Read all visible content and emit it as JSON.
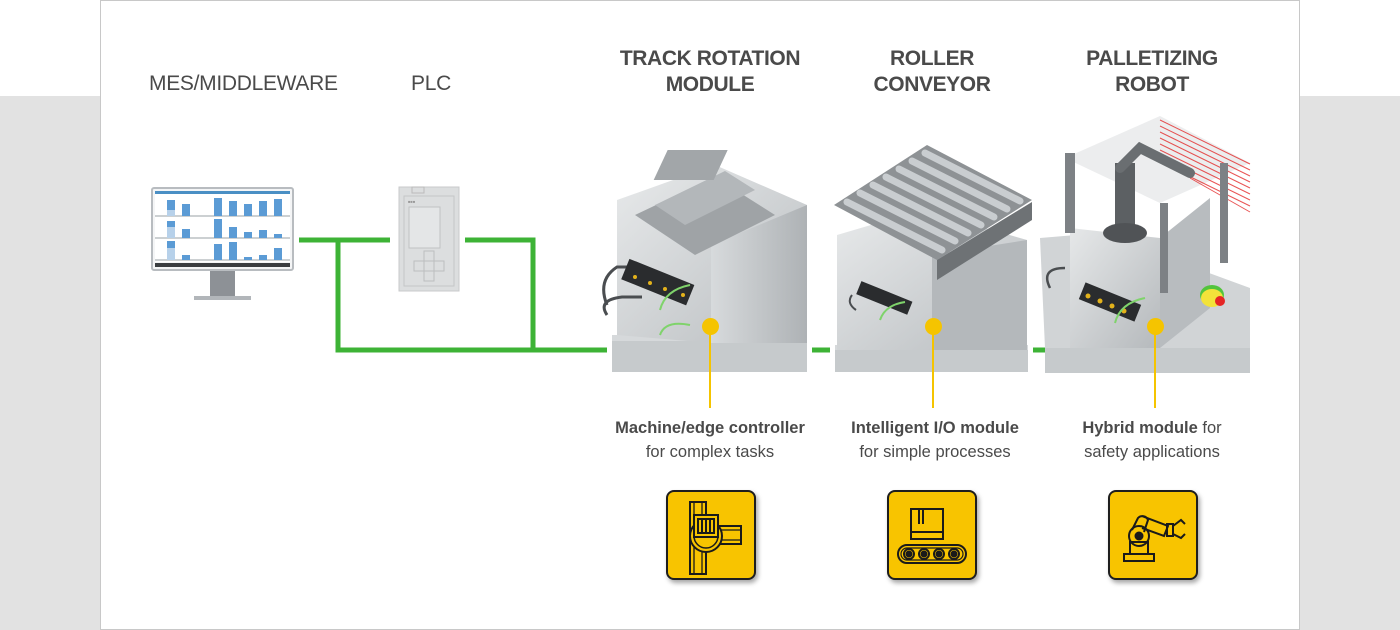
{
  "diagram": {
    "colors": {
      "network": "#3db336",
      "accent_yellow": "#f8c400",
      "text": "#4a4a4a",
      "background_band": "#e2e2e2"
    },
    "nodes": [
      {
        "id": "mes",
        "label": "MES/MIDDLEWARE",
        "icon": "monitor-dashboard-icon"
      },
      {
        "id": "plc",
        "label": "PLC",
        "icon": "plc-device-icon"
      },
      {
        "id": "track",
        "label_line1": "TRACK ROTATION",
        "label_line2": "MODULE",
        "icon": "track-rotation-machine",
        "caption_bold": "Machine/edge controller",
        "caption_rest": "",
        "caption_line2": "for complex tasks",
        "tile_icon": "track-rotation-icon"
      },
      {
        "id": "roller",
        "label_line1": "ROLLER",
        "label_line2": "CONVEYOR",
        "icon": "roller-conveyor-machine",
        "caption_bold": "Intelligent I/O module",
        "caption_rest": "",
        "caption_line2": "for simple processes",
        "tile_icon": "conveyor-box-icon"
      },
      {
        "id": "robot",
        "label_line1": "PALLETIZING",
        "label_line2": "ROBOT",
        "icon": "palletizing-robot-machine",
        "caption_bold": "Hybrid module",
        "caption_rest": " for",
        "caption_line2": "safety applications",
        "tile_icon": "robot-arm-icon"
      }
    ]
  }
}
